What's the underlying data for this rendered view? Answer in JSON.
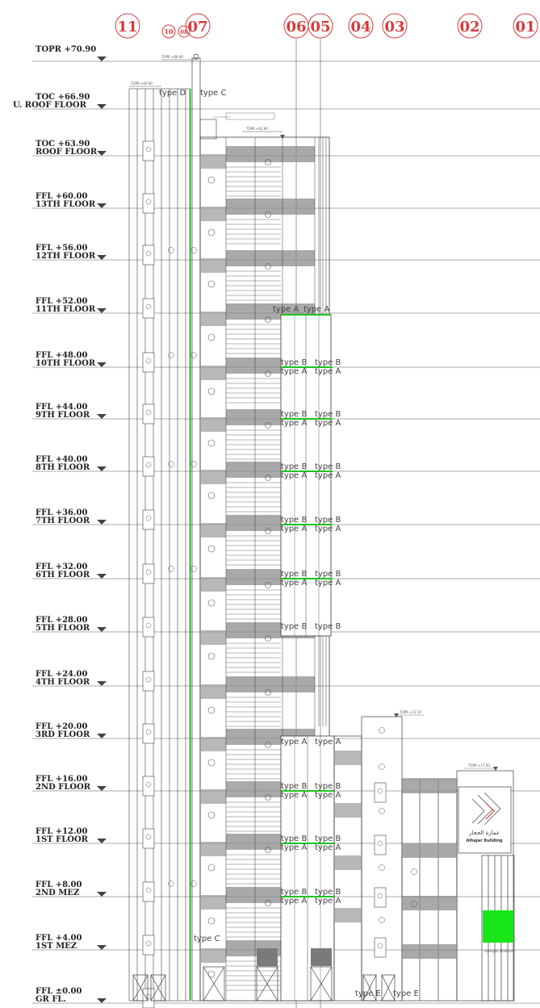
{
  "grid_bubbles": [
    {
      "label": "11"
    },
    {
      "label": "10"
    },
    {
      "label": "08"
    },
    {
      "label": "07"
    },
    {
      "label": "06"
    },
    {
      "label": "05"
    },
    {
      "label": "04"
    },
    {
      "label": "03"
    },
    {
      "label": "02"
    },
    {
      "label": "01"
    }
  ],
  "levels": [
    {
      "elev": "TOPR +70.90",
      "name": ""
    },
    {
      "elev": "TOC +66.90",
      "name": "U. ROOF FLOOR"
    },
    {
      "elev": "TOC +63.90",
      "name": "ROOF FLOOR"
    },
    {
      "elev": "FFL +60.00",
      "name": "13TH FLOOR"
    },
    {
      "elev": "FFL +56.00",
      "name": "12TH FLOOR"
    },
    {
      "elev": "FFL +52.00",
      "name": "11TH FLOOR"
    },
    {
      "elev": "FFL +48.00",
      "name": "10TH FLOOR"
    },
    {
      "elev": "FFL +44.00",
      "name": "9TH FLOOR"
    },
    {
      "elev": "FFL +40.00",
      "name": "8TH FLOOR"
    },
    {
      "elev": "FFL +36.00",
      "name": "7TH FLOOR"
    },
    {
      "elev": "FFL +32.00",
      "name": "6TH FLOOR"
    },
    {
      "elev": "FFL +28.00",
      "name": "5TH FLOOR"
    },
    {
      "elev": "FFL +24.00",
      "name": "4TH FLOOR"
    },
    {
      "elev": "FFL +20.00",
      "name": "3RD FLOOR"
    },
    {
      "elev": "FFL +16.00",
      "name": "2ND FLOOR"
    },
    {
      "elev": "FFL +12.00",
      "name": "1ST FLOOR"
    },
    {
      "elev": "FFL +8.00",
      "name": "2ND MEZ"
    },
    {
      "elev": "FFL +4.00",
      "name": "1ST MEZ"
    },
    {
      "elev": "FFL ±0.00",
      "name": "GR FL."
    }
  ],
  "type_labels": {
    "type_a": "type A",
    "type_b": "type B",
    "type_c": "type C",
    "type_d": "type D",
    "type_e": "type E"
  },
  "small_annotations": {
    "topr_upper": "TOPR +70.90",
    "topr_upper2": "TOPR +68.90",
    "topr_mid": "TOPR +66.90",
    "topr_wing": "TOPR +62.90",
    "topr_low": "TOPR +21.50",
    "topr_sign": "TOPR +17.00",
    "sign_note": "ALHAJAR SIGNAGE"
  },
  "sign_text": {
    "arabic": "عمارة الحجار",
    "latin": "Alhajar Building"
  },
  "colors": {
    "bubble": "#d93a3a",
    "green": "#1ec51e",
    "line": "#3a3a3a",
    "shade": "#8c8c8c",
    "sign_green": "#19e619"
  }
}
